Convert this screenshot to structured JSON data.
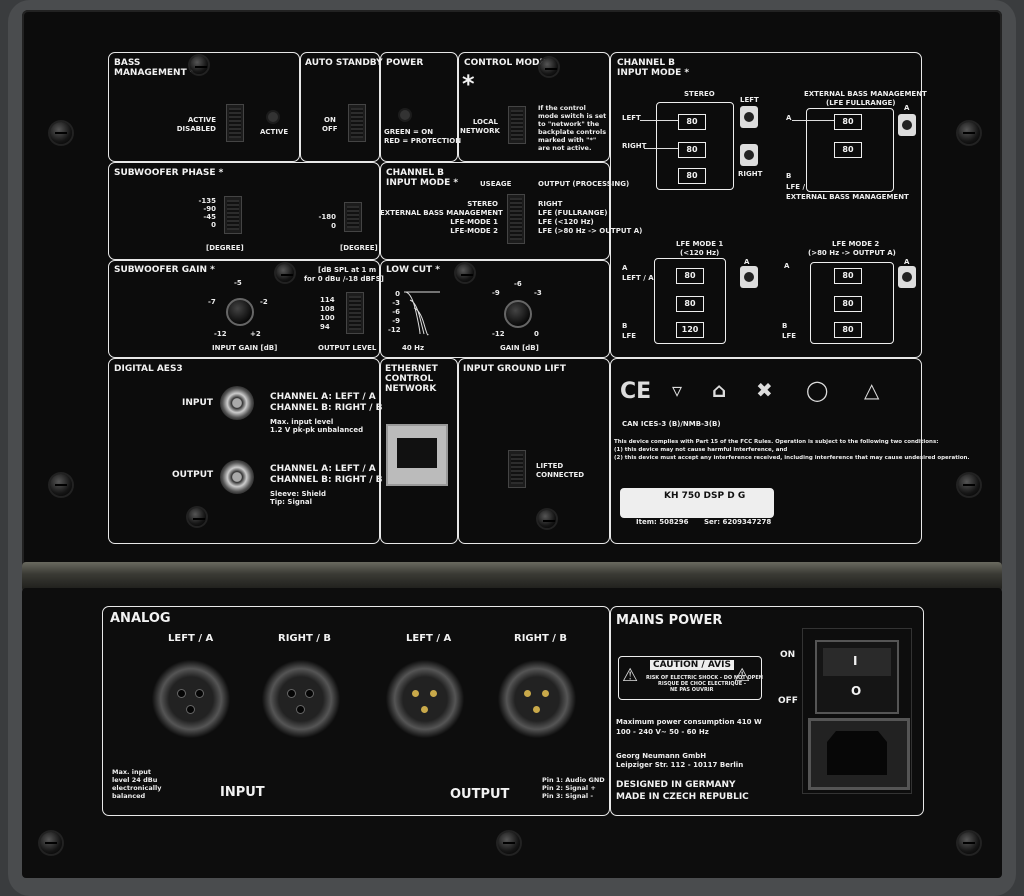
{
  "bass_management": {
    "title": "BASS MANAGEMENT *",
    "active_label": "ACTIVE",
    "disabled_label": "DISABLED",
    "led_label": "ACTIVE"
  },
  "auto_standby": {
    "title": "AUTO STANDBY",
    "on": "ON",
    "off": "OFF"
  },
  "power": {
    "title": "POWER",
    "green": "GREEN = ON",
    "red": "RED = PROTECTION"
  },
  "control_mode": {
    "title": "CONTROL MODE",
    "star": "*",
    "local": "LOCAL",
    "network": "NETWORK",
    "note": [
      "If the control",
      "mode switch is set",
      "to \"network\" the",
      "backplate controls",
      "marked with \"*\"",
      "are not active."
    ]
  },
  "channel_b_mode": {
    "title": "CHANNEL B",
    "title2": "INPUT MODE *",
    "usage": "USEAGE",
    "output": "OUTPUT (PROCESSING)",
    "rows": [
      {
        "u": "STEREO",
        "o": "RIGHT"
      },
      {
        "u": "EXTERNAL BASS MANAGEMENT",
        "o": "LFE (FULLRANGE)"
      },
      {
        "u": "LFE-MODE 1",
        "o": "LFE (<120 Hz)"
      },
      {
        "u": "LFE-MODE 2",
        "o": "LFE (>80 Hz -> OUTPUT A)"
      }
    ]
  },
  "sub_phase": {
    "title": "SUBWOOFER PHASE *",
    "left_vals": [
      "-135",
      "-90",
      "-45",
      "0"
    ],
    "right_vals": [
      "-180",
      "0"
    ],
    "unit": "[DEGREE]"
  },
  "sub_gain": {
    "title": "SUBWOOFER GAIN *",
    "spl": "[dB SPL at 1 m",
    "spl2": "for 0 dBu /-18 dBFS]",
    "knob": [
      "-5",
      "-7",
      "-2",
      "-12",
      "+2"
    ],
    "gain_label": "INPUT GAIN [dB]",
    "levels": [
      "114",
      "108",
      "100",
      "94"
    ],
    "out_label": "OUTPUT LEVEL"
  },
  "low_cut": {
    "title": "LOW CUT *",
    "vals": [
      "0",
      "-3",
      "-6",
      "-9",
      "-12"
    ],
    "hz": "40 Hz",
    "knob": [
      "-6",
      "-9",
      "-3",
      "-12",
      "0"
    ],
    "gain_label": "GAIN [dB]"
  },
  "channel_b_diagram": {
    "title": "CHANNEL B",
    "title2": "INPUT MODE *",
    "stereo": "STEREO",
    "ext": "EXTERNAL BASS MANAGEMENT",
    "ext2": "(LFE FULLRANGE)",
    "left": "LEFT",
    "right": "RIGHT",
    "a": "A",
    "b": "B",
    "lfe_ext": "LFE /",
    "lfe_ext2": "EXTERNAL BASS MANAGEMENT",
    "lfe1": "LFE MODE 1",
    "lfe1b": "(<120 Hz)",
    "lfe2": "LFE MODE 2",
    "lfe2b": "(>80 Hz -> OUTPUT A)",
    "left_a": "LEFT / A",
    "lfe": "LFE",
    "f80": "80",
    "f120": "120"
  },
  "digital": {
    "title": "DIGITAL AES3",
    "input": "INPUT",
    "output": "OUTPUT",
    "cha": "CHANNEL A: LEFT / A",
    "chb": "CHANNEL B: RIGHT / B",
    "max1": "Max. input level",
    "max2": "1.2 V pk-pk unbalanced",
    "sleeve": "Sleeve: Shield",
    "tip": "Tip: Signal"
  },
  "ethernet": {
    "l1": "ETHERNET",
    "l2": "CONTROL",
    "l3": "NETWORK"
  },
  "ground_lift": {
    "title": "INPUT GROUND LIFT",
    "lifted": "LIFTED",
    "connected": "CONNECTED"
  },
  "compliance": {
    "can": "CAN ICES-3 (B)/NMB-3(B)",
    "fcc1": "This device complies with Part 15 of the FCC Rules.  Operation is subject to the following two conditions:",
    "fcc2": "(1) this device may not cause harmful interference, and",
    "fcc3": "(2) this device must accept any interference received, including interference that may cause undesired operation.",
    "model": "KH 750 DSP D G",
    "item": "Item: 508296",
    "ser": "Ser: 6209347278",
    "ce": "CE"
  },
  "analog": {
    "title": "ANALOG",
    "left": "LEFT / A",
    "right": "RIGHT / B",
    "input": "INPUT",
    "output": "OUTPUT",
    "max": [
      "Max. input",
      "level 24 dBu",
      "electronically",
      "balanced"
    ],
    "pins": [
      "Pin 1: Audio GND",
      "Pin 2: Signal +",
      "Pin 3: Signal -"
    ]
  },
  "mains": {
    "title": "MAINS POWER",
    "caution": "CAUTION / AVIS",
    "c1": "RISK OF ELECTRIC SHOCK - DO NOT OPEN",
    "c2": "RISQUE DE CHOC ELECTRIQUE -",
    "c3": "NE PAS OUVRIR",
    "maxp": "Maximum power consumption 410 W",
    "volt": "100 - 240 V~  50 - 60 Hz",
    "co1": "Georg Neumann GmbH",
    "co2": "Leipziger Str. 112 - 10117 Berlin",
    "de": "DESIGNED IN GERMANY",
    "cz": "MADE IN CZECH REPUBLIC",
    "on": "ON",
    "off": "OFF",
    "i": "I",
    "o": "O"
  }
}
